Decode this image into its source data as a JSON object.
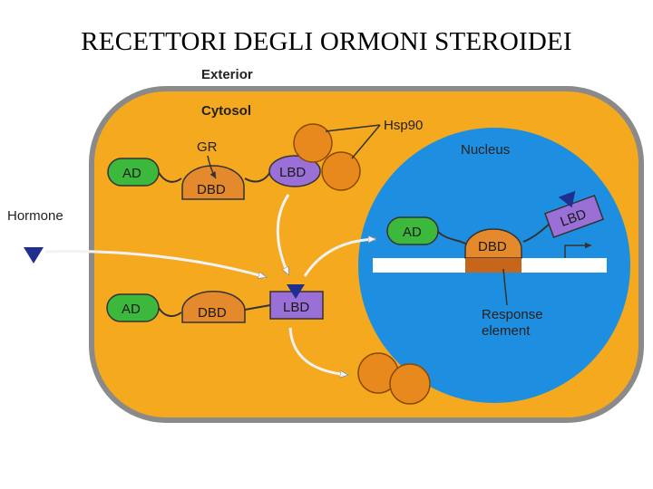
{
  "slide": {
    "title": "RECETTORI DEGLI ORMONI STEROIDEI"
  },
  "labels": {
    "exterior": "Exterior",
    "cytosol": "Cytosol",
    "gr": "GR",
    "hsp90": "Hsp90",
    "nucleus": "Nucleus",
    "hormone": "Hormone",
    "response_line1": "Response",
    "response_line2": "element"
  },
  "domains": {
    "ad": "AD",
    "dbd": "DBD",
    "lbd": "LBD"
  },
  "colors": {
    "cytosol": "#F5A91E",
    "membrane": "#8A8A8A",
    "nucleus": "#1E8FE0",
    "ad": "#3CB83C",
    "dbd": "#E58A2C",
    "lbd": "#9A6FD6",
    "hsp90": "#E8891E",
    "hormone": "#1F2F8F"
  }
}
